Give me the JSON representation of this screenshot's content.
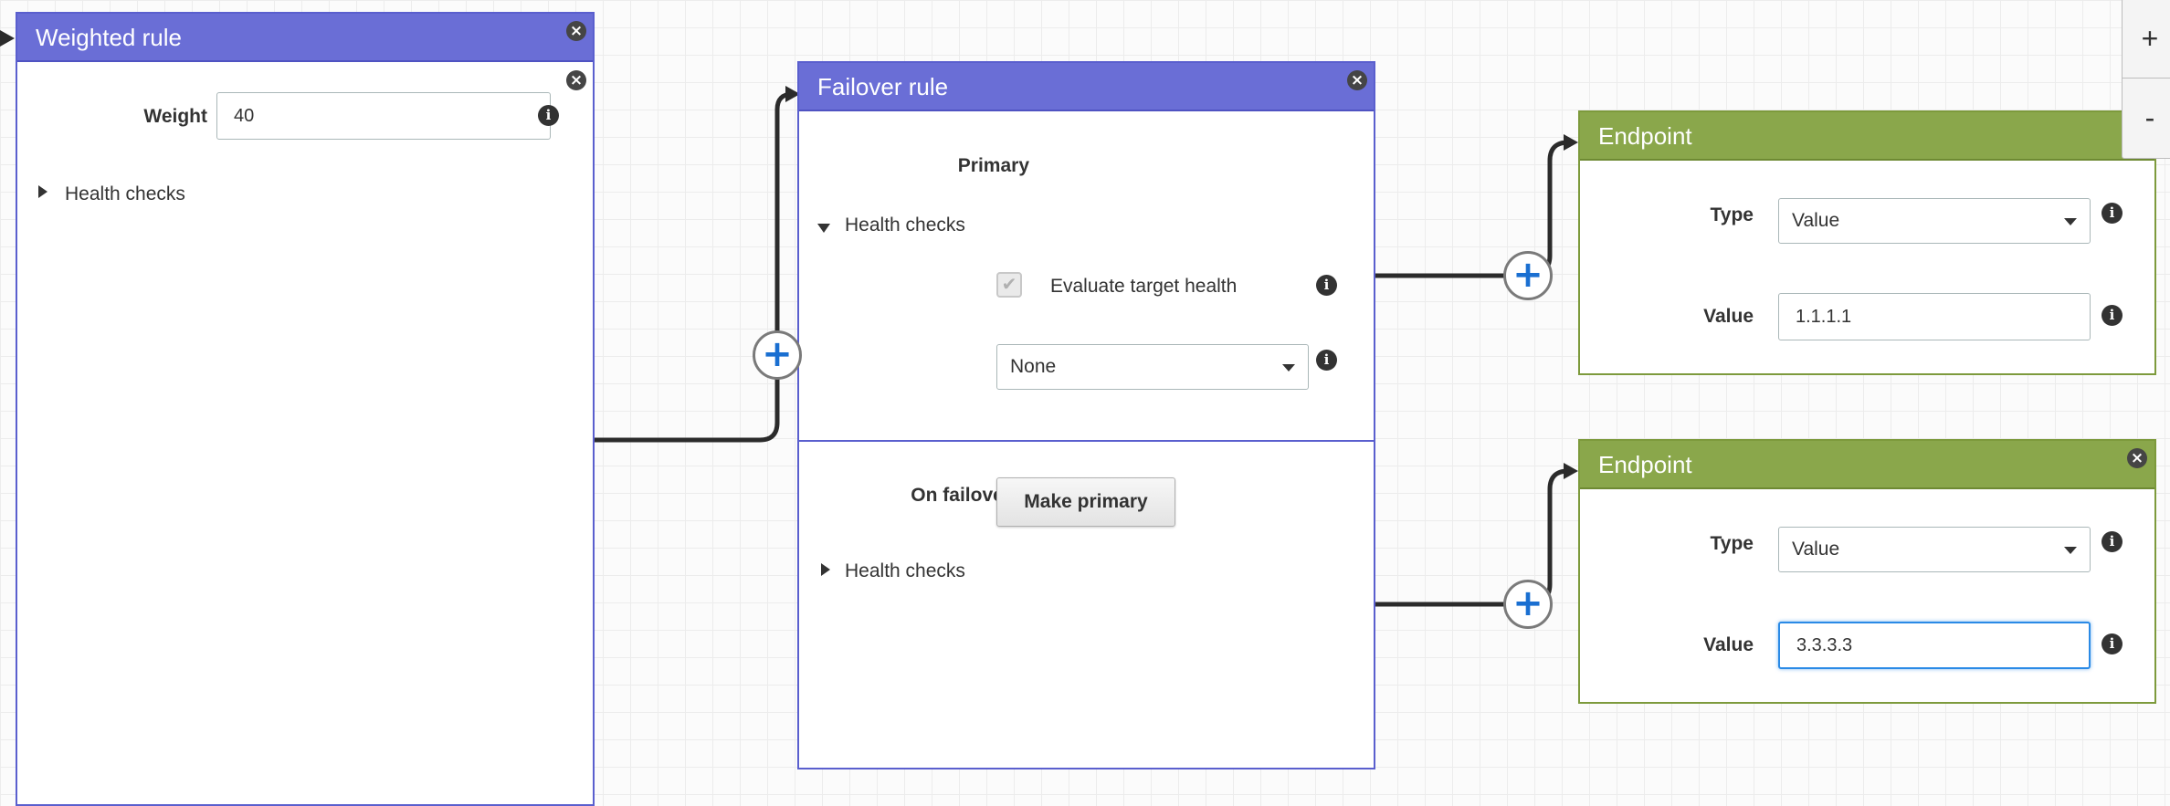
{
  "weighted_rule": {
    "title": "Weighted rule",
    "weight_label": "Weight",
    "weight_value": "40",
    "health_checks_label": "Health checks"
  },
  "failover_rule": {
    "title": "Failover rule",
    "primary_label": "Primary",
    "primary_health_checks_label": "Health checks",
    "evaluate_target_health_label": "Evaluate target health",
    "evaluate_target_health_checked": true,
    "health_check_select_value": "None",
    "on_failover_label": "On failover",
    "make_primary_label": "Make primary",
    "failover_health_checks_label": "Health checks"
  },
  "endpoints": [
    {
      "title": "Endpoint",
      "type_label": "Type",
      "type_value": "Value",
      "value_label": "Value",
      "value_value": "1.1.1.1"
    },
    {
      "title": "Endpoint",
      "type_label": "Type",
      "type_value": "Value",
      "value_label": "Value",
      "value_value": "3.3.3.3"
    }
  ],
  "zoom": {
    "in_label": "+",
    "out_label": "-"
  },
  "icons": {
    "close": "close-icon",
    "info": "info-icon",
    "add": "add-icon",
    "expand": "caret-right-icon",
    "collapse": "caret-down-icon"
  },
  "colors": {
    "rule_header": "#6a6ed6",
    "endpoint_header": "#8aa74b",
    "add_icon": "#1a6fd1",
    "focus": "#2a8ae6"
  }
}
